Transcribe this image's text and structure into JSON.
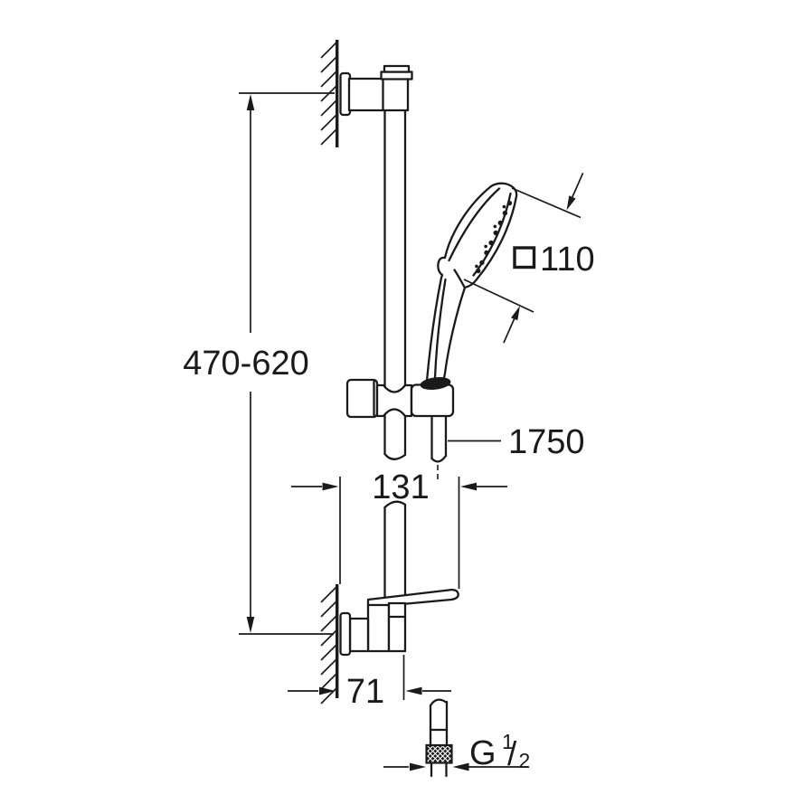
{
  "dimensions": {
    "height_range": "470-620",
    "head_size": "110",
    "hose_length": "1750",
    "tray_depth": "131",
    "wall_offset": "71",
    "thread": {
      "prefix": "G",
      "numerator": "1",
      "slash": "/",
      "denominator": "2"
    }
  },
  "colors": {
    "line": "#1a1a1a",
    "background": "#ffffff"
  }
}
